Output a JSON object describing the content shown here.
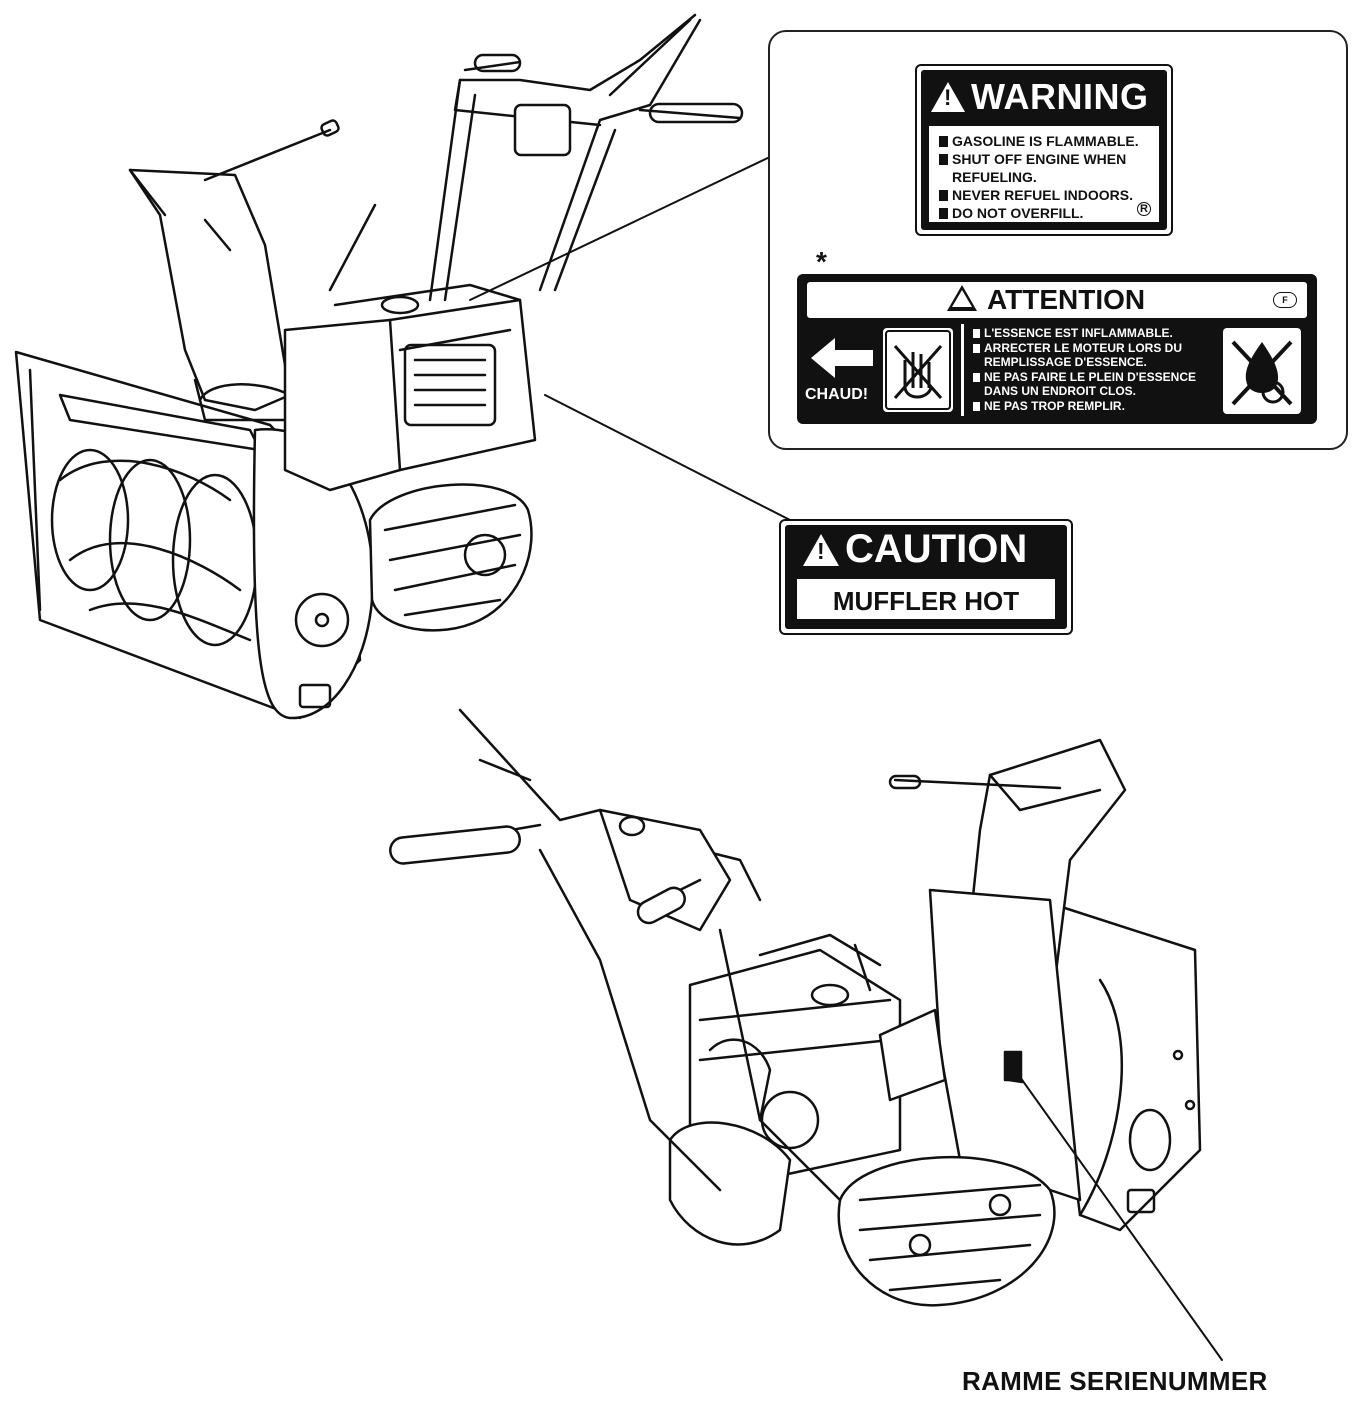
{
  "warning_label": {
    "heading": "WARNING",
    "lines": [
      {
        "text": "GASOLINE IS FLAMMABLE.",
        "bullet": true
      },
      {
        "text": "SHUT OFF ENGINE WHEN",
        "bullet": true
      },
      {
        "text": "REFUELING.",
        "bullet": false
      },
      {
        "text": "NEVER REFUEL INDOORS.",
        "bullet": true
      },
      {
        "text": "DO NOT OVERFILL.",
        "bullet": true
      }
    ],
    "mark": "R"
  },
  "asterisk": "*",
  "attention_label": {
    "heading": "ATTENTION",
    "mark": "F",
    "hot_text": "CHAUD!",
    "lines": [
      {
        "text": "L'ESSENCE EST INFLAMMABLE.",
        "bullet": true
      },
      {
        "text": "ARRECTER LE MOTEUR LORS DU",
        "bullet": true
      },
      {
        "text": "REMPLISSAGE D'ESSENCE.",
        "bullet": false
      },
      {
        "text": "NE PAS FAIRE LE PLEIN D'ESSENCE",
        "bullet": true
      },
      {
        "text": "DANS UN ENDROIT CLOS.",
        "bullet": false
      },
      {
        "text": "NE PAS TROP REMPLIR.",
        "bullet": true
      }
    ]
  },
  "caution_label": {
    "heading": "CAUTION",
    "body": "MUFFLER HOT"
  },
  "serial_number_label": "RAMME SERIENUMMER"
}
